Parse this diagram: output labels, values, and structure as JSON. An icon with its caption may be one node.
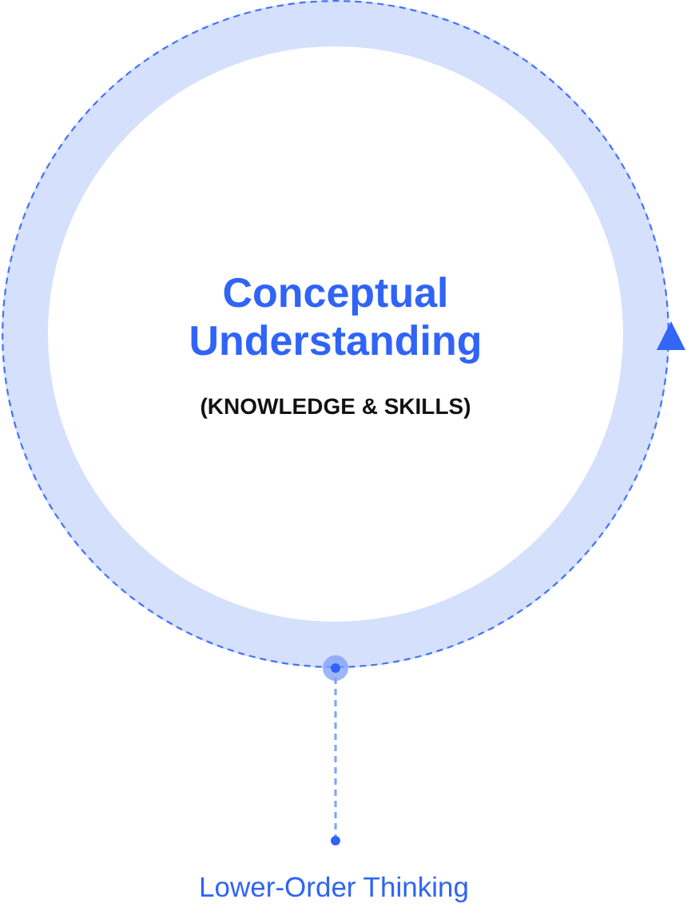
{
  "diagram": {
    "nodes": [
      {
        "text": [
          "Conceptual Understanding",
          "(KNOWLEDGE & SKILLS)"
        ]
      },
      {
        "text": [
          "Lower-Order Thinking"
        ]
      }
    ],
    "edges": [
      {
        "from": 1,
        "to": 0,
        "arrow": "other",
        "style": "dashed"
      }
    ]
  }
}
